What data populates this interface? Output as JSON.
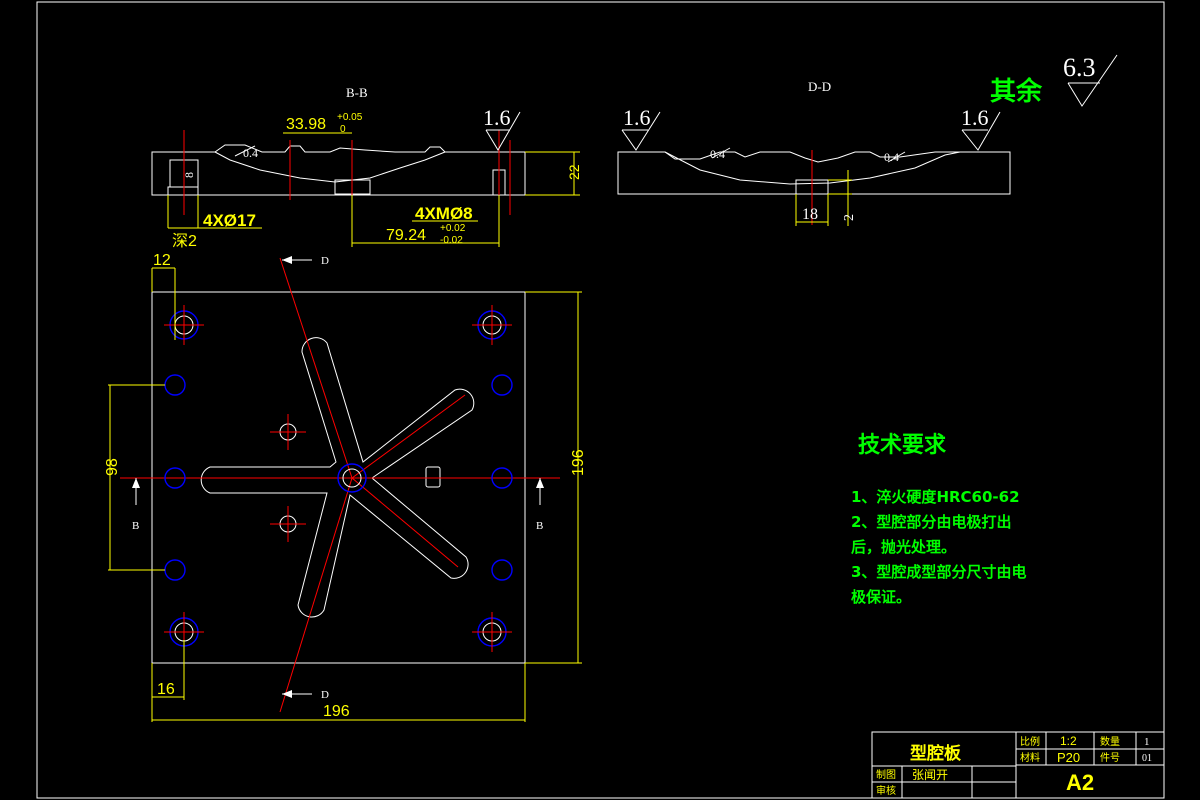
{
  "views": {
    "section_bb_label": "B-B",
    "section_dd_label": "D-D",
    "plan_cut_d_top": "D",
    "plan_cut_d_bottom": "D",
    "plan_cut_b_left": "B",
    "plan_cut_b_right": "B"
  },
  "roughness": {
    "other_label": "其余",
    "other_value": "6.3",
    "bb_value": "1.6",
    "dd_left_value": "1.6",
    "dd_right_value": "1.6",
    "bb_small": "0.4",
    "dd_small_left": "0.4",
    "dd_small_right": "0.4"
  },
  "dimensions": {
    "bb_top_base": "33.98",
    "bb_top_tol_upper": "+0.05",
    "bb_top_tol_lower": "0",
    "bb_height": "22",
    "bb_small_depth": "8",
    "bb_counterbore": "4XØ17",
    "bb_depth": "深2",
    "bb_pins": "4XMØ8",
    "bb_bottom_base": "79.24",
    "bb_bottom_tol_upper": "+0.02",
    "bb_bottom_tol_lower": "-0.02",
    "dd_width": "18",
    "dd_depth": "2",
    "plan_top_offset": "12",
    "plan_bottom_offset": "16",
    "plan_pitch": "98",
    "plan_height": "196",
    "plan_width": "196"
  },
  "tech_requirements": {
    "heading": "技术要求",
    "items": [
      "1、淬火硬度HRC60-62",
      "2、型腔部分由电极打出",
      "后，抛光处理。",
      "3、型腔成型部分尺寸由电",
      "极保证。"
    ]
  },
  "title_block": {
    "part_name": "型腔板",
    "scale_label": "比例",
    "scale_value": "1:2",
    "qty_label": "数量",
    "qty_value": "1",
    "material_label": "材料",
    "material_value": "P20",
    "part_no_label": "件号",
    "part_no_value": "01",
    "drawn_label": "制图",
    "drawn_value": "张闻开",
    "checked_label": "审核",
    "sheet_size": "A2"
  },
  "colors": {
    "background": "#000000",
    "outline": "#ffffff",
    "centerline": "#ff0000",
    "hole": "#0000ff",
    "hatch": "#00ff00",
    "dimension": "#ffff00",
    "annotation": "#00ff00"
  }
}
